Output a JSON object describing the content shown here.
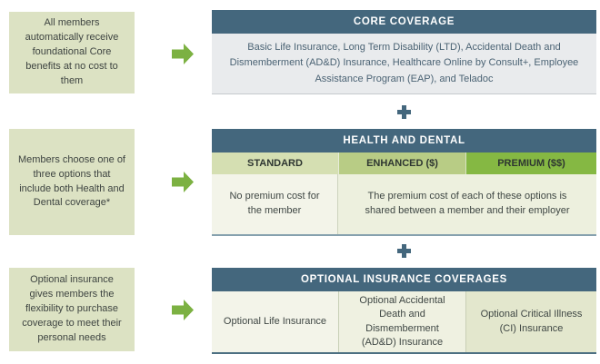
{
  "colors": {
    "header_bg": "#44677d",
    "note_box_bg": "#dce2c3",
    "arrow_green": "#7cb142",
    "core_body_bg": "#e9ebed",
    "standard_bg": "#d5dfb2",
    "enhanced_bg": "#b8cc85",
    "premium_bg": "#85b843",
    "cell_light_bg": "#f3f4e9",
    "cell_mid_bg": "#edf0de",
    "cell_dark_bg": "#e3e7cd",
    "plus_color": "#44677d"
  },
  "sections": [
    {
      "left_note": "All members automatically receive foundational Core benefits at no cost to them",
      "header": "CORE COVERAGE",
      "body": "Basic Life Insurance, Long Term Disability (LTD), Accidental Death and Dismemberment (AD&D) Insurance, Healthcare Online by Consult+, Employee Assistance Program (EAP), and Teladoc"
    },
    {
      "left_note": "Members choose one of three options that include both Health and Dental coverage*",
      "header": "HEALTH AND DENTAL",
      "options": [
        "STANDARD",
        "ENHANCED ($)",
        "PREMIUM ($$)"
      ],
      "standard_note": "No premium cost for the member",
      "shared_note": "The premium cost of each of these options is shared between a member and their employer"
    },
    {
      "left_note": "Optional insurance gives members the flexibility to purchase coverage to meet their personal needs",
      "header": "OPTIONAL INSURANCE COVERAGES",
      "cells": [
        "Optional Life Insurance",
        "Optional Accidental Death and Dismemberment (AD&D) Insurance",
        "Optional Critical Illness (CI) Insurance"
      ]
    }
  ]
}
